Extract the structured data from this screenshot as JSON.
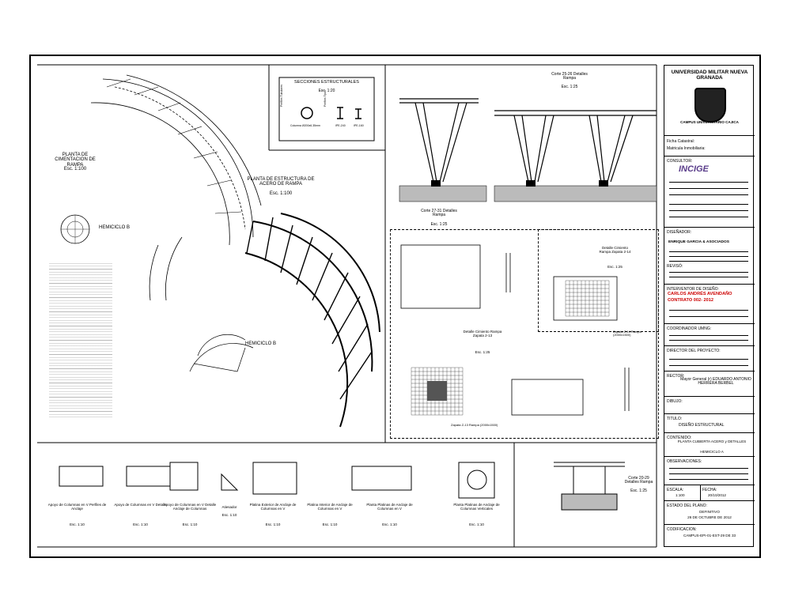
{
  "left": {
    "plan_cim_title": "PLANTA DE CIMENTACION DE RAMPA",
    "plan_cim_scale": "Esc. 1:100",
    "hemiciclo_b_1": "HEMICICLO B",
    "hemiciclo_b_2": "HEMICICLO B",
    "plan_acero_title": "PLANTA DE ESTRUCTURA DE ACERO DE RAMPA",
    "plan_acero_scale": "Esc. 1:100"
  },
  "secciones": {
    "title": "SECCIONES ESTRUCTURALES",
    "scale": "Esc. 1:20",
    "perfiles_tubulares": "Perfiles Tubulares",
    "perfiles_tipo": "Perfiles Tipo I",
    "columna": "Columna Ø200x6.35mm",
    "ipe1": "IPE-240",
    "ipe2": "IPE-160"
  },
  "cortes": {
    "corte_top_right_title": "Corte 25-26 Detalles Rampa",
    "corte_top_right_scale": "Esc. 1:25",
    "corte_left_title": "Corte 27-31 Detalles Rampa",
    "corte_left_scale": "Esc. 1:25",
    "corte_bottom_title": "Corte 20-29 Detalles Rampa",
    "corte_bottom_scale": "Esc. 1:25"
  },
  "zapatas": {
    "detalle1": "Detalle Cimiento Rampa Zapata 2-13",
    "detalle1_scale": "Esc. 1:25",
    "detalle2": "Detalle Cimiento Rampa Zapata 2-14",
    "detalle2_scale": "Esc. 1:25",
    "z13": "Zapata Z-13 Rampa (2000x1500)",
    "z14": "Zapata Z-14 Rampa (2000x1500)"
  },
  "details_row": [
    {
      "title": "Apoyo de Columnas en V Perfiles de Anclaje",
      "scale": "Esc. 1:10"
    },
    {
      "title": "Apoyo de Columnas en V Detalle",
      "scale": "Esc. 1:10"
    },
    {
      "title": "Apoyo de Columnas en V Detalle Anclaje de Columnas",
      "scale": "Esc. 1:10"
    },
    {
      "title": "Atiesador",
      "scale": "Esc. 1:10"
    },
    {
      "title": "Platina Exterior de Anclaje de Columnas en V",
      "scale": "Esc. 1:10"
    },
    {
      "title": "Platina Interior de Anclaje de Columnas en V",
      "scale": "Esc. 1:10"
    },
    {
      "title": "Planta Platinas de Anclaje de Columnas en V",
      "scale": "Esc. 1:10"
    },
    {
      "title": "Planta Platinas de Anclaje de Columnas Verticales",
      "scale": "Esc. 1:10"
    }
  ],
  "titleblock": {
    "univ": "UNIVERSIDAD MILITAR NUEVA GRANADA",
    "campus": "CAMPUS UNIVERSITARIO CAJICA",
    "ficha": "Ficha Catastral:",
    "matricula": "Matricula Inmobiliaria:",
    "consultor": "CONSULTOR:",
    "incige": "INCIGE",
    "disenador": "DISEÑADOR:",
    "disenador_name": "ENRIQUE GARCIA & ASOCIADOS",
    "reviso": "REVISÓ:",
    "interventor": "INTERVENTOR DE DISEÑO:",
    "interventor_name": "CARLOS ANDRÉS AVENDAÑO",
    "contrato": "CONTRATO 002- 2012",
    "coordinador": "COORDINADOR UMNG:",
    "director": "DIRECTOR DEL PROYECTO:",
    "rector": "RECTOR:",
    "rector_name": "Mayor General (r) EDUARDO ANTONIO HERRERA BERBEL",
    "dibujo": "DIBUJO:",
    "titulo": "TITULO:",
    "titulo_val": "DISEÑO ESTRUCTURAL",
    "contenido": "CONTENIDO:",
    "contenido_val1": "PLANTA CUBIERTA ACERO y DETALLES",
    "contenido_val2": "HEMICICLO A",
    "observaciones": "OBSERVACIONES:",
    "escala": "ESCALA:",
    "escala_val": "1:100",
    "fecha": "FECHA:",
    "fecha_val": "20/10/2012",
    "estado": "ESTADO DEL PLANO:",
    "estado_val1": "DEFINITIVO",
    "estado_val2": "26 DE OCTUBRE DE 2012",
    "codificacion": "CODIFICACION:",
    "codigo": "CAMPUS-EPI-01-EST-29 DE 33"
  }
}
